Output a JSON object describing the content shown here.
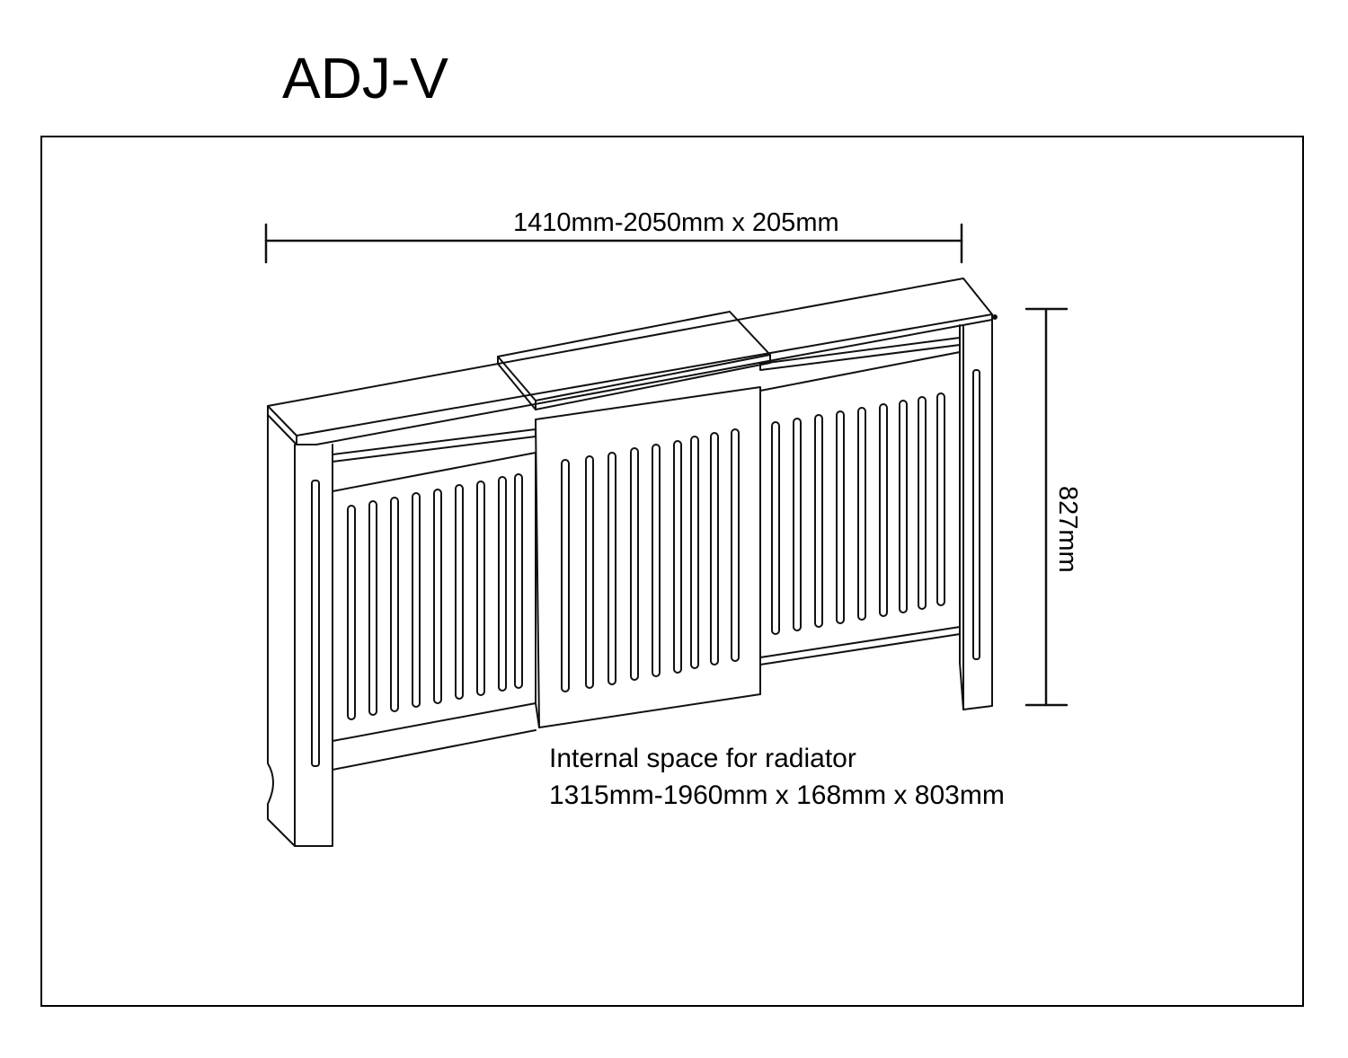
{
  "title": "ADJ-V",
  "dimensions": {
    "width": "1410mm-2050mm x 205mm",
    "height": "827mm"
  },
  "internal": {
    "line1": "Internal space for radiator",
    "line2": "1315mm-1960mm x 168mm x 803mm"
  }
}
